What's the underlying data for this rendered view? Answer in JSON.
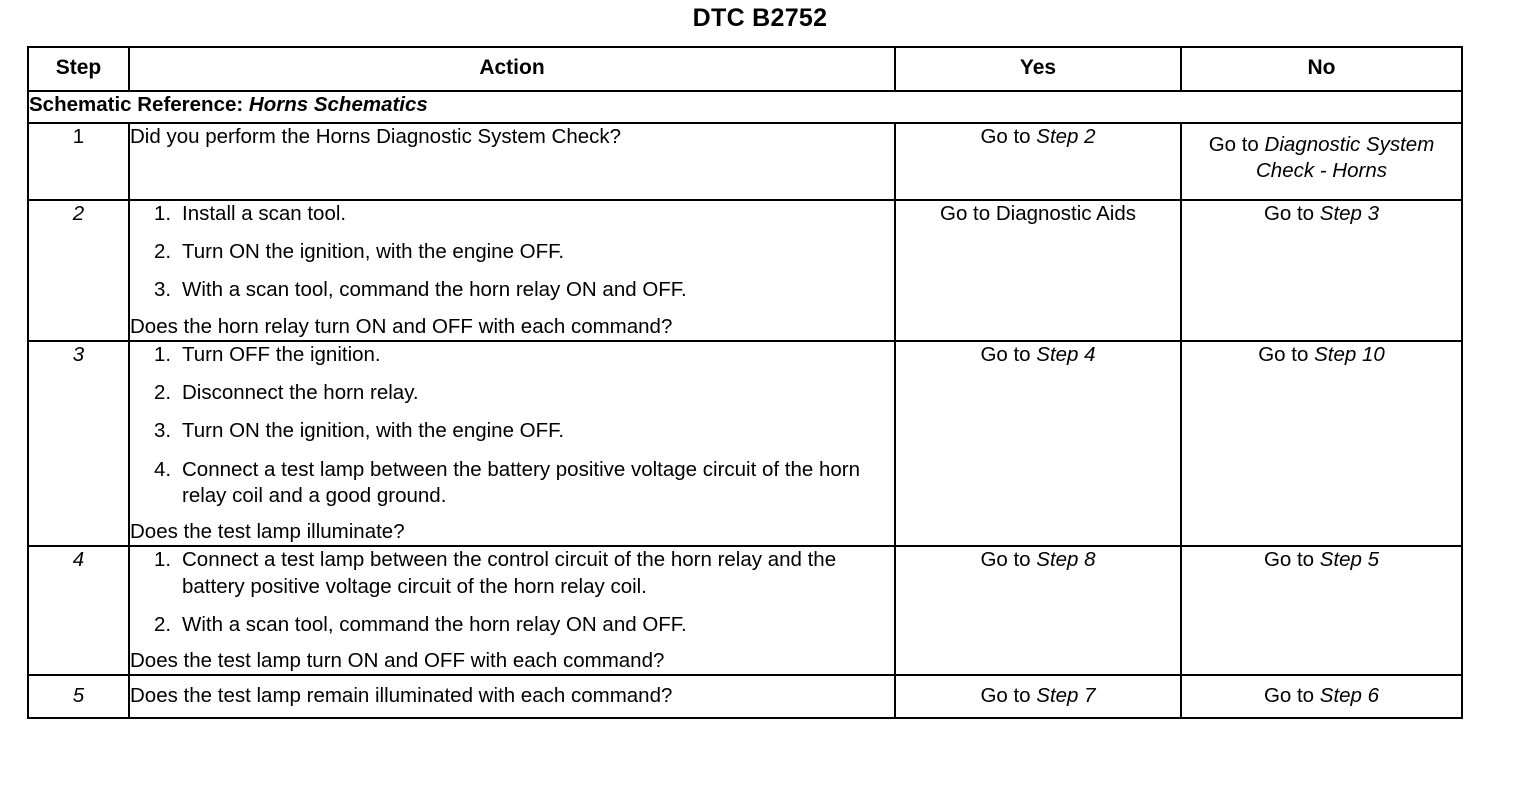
{
  "document": {
    "title": "DTC B2752"
  },
  "table": {
    "headers": {
      "step": "Step",
      "action": "Action",
      "yes": "Yes",
      "no": "No"
    },
    "schematic": {
      "label": "Schematic Reference:",
      "reference": "Horns Schematics"
    },
    "rows": [
      {
        "step": "1",
        "question": "Did you perform the Horns Diagnostic System Check?",
        "substeps": [],
        "yes_prefix": "Go to ",
        "yes_ref": "Step 2",
        "no_prefix": "Go to ",
        "no_ref": "Diagnostic System Check - Horns"
      },
      {
        "step": "2",
        "substeps": [
          "Install a scan tool.",
          "Turn ON the ignition, with the engine OFF.",
          "With a scan tool, command the horn relay ON and OFF."
        ],
        "question": "Does the horn relay turn ON and OFF with each command?",
        "yes_prefix": "Go to Diagnostic Aids",
        "yes_ref": "",
        "no_prefix": "Go to ",
        "no_ref": "Step 3"
      },
      {
        "step": "3",
        "substeps": [
          "Turn OFF the ignition.",
          "Disconnect the horn relay.",
          "Turn ON the ignition, with the engine OFF.",
          "Connect a test lamp between the battery positive voltage circuit of the horn relay coil and a good ground."
        ],
        "question": "Does the test lamp illuminate?",
        "yes_prefix": "Go to ",
        "yes_ref": "Step 4",
        "no_prefix": "Go to ",
        "no_ref": "Step 10"
      },
      {
        "step": "4",
        "substeps": [
          "Connect a test lamp between the control circuit of the horn relay and the battery positive voltage circuit of the horn relay coil.",
          "With a scan tool, command the horn relay ON and OFF."
        ],
        "question": "Does the test lamp turn ON and OFF with each command?",
        "yes_prefix": "Go to ",
        "yes_ref": "Step 8",
        "no_prefix": "Go to ",
        "no_ref": "Step 5"
      },
      {
        "step": "5",
        "substeps": [],
        "question": "Does the test lamp remain illuminated with each command?",
        "yes_prefix": "Go to ",
        "yes_ref": "Step 7",
        "no_prefix": "Go to ",
        "no_ref": "Step 6"
      }
    ]
  }
}
